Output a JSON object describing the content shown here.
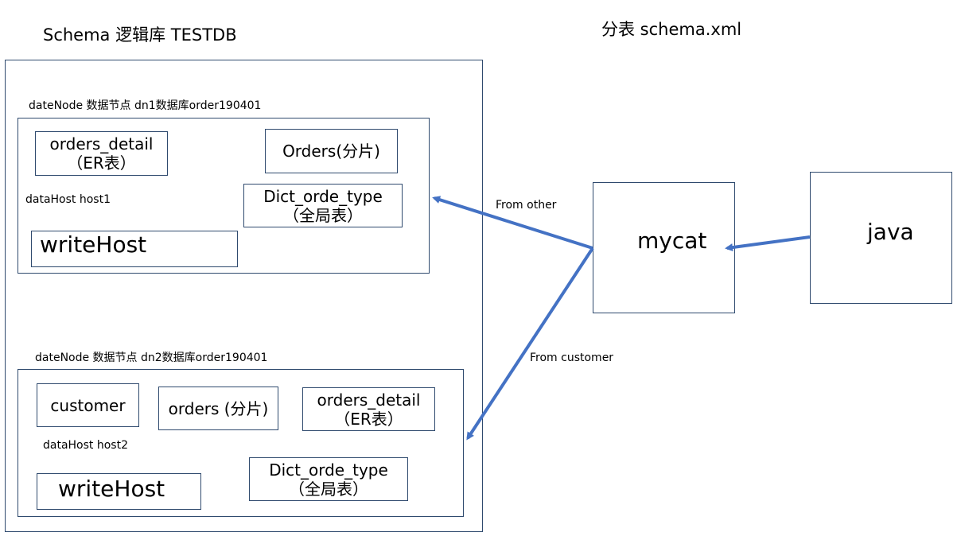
{
  "titles": {
    "schema": "Schema 逻辑库 TESTDB",
    "config": "分表 schema.xml"
  },
  "node1": {
    "caption": "dateNode 数据节点 dn1数据库order190401",
    "host_label": "dataHost host1",
    "orders_detail": {
      "line1": "orders_detail",
      "line2": "（ER表）"
    },
    "orders": {
      "line1": "Orders(分片)"
    },
    "dict": {
      "line1": "Dict_orde_type",
      "line2": "（全局表）"
    },
    "write_host": "writeHost"
  },
  "node2": {
    "caption": "dateNode 数据节点 dn2数据库order190401",
    "host_label": "dataHost host2",
    "customer": "customer",
    "orders": {
      "line1": "orders (分片)"
    },
    "orders_detail": {
      "line1": "orders_detail",
      "line2": "（ER表）"
    },
    "dict": {
      "line1": "Dict_orde_type",
      "line2": "（全局表）"
    },
    "write_host": "writeHost"
  },
  "mycat": "mycat",
  "java": "java",
  "edges": {
    "from_other": "From other",
    "from_customer": "From customer"
  },
  "colors": {
    "arrow": "#4472c4",
    "border": "#2f4a6e"
  }
}
